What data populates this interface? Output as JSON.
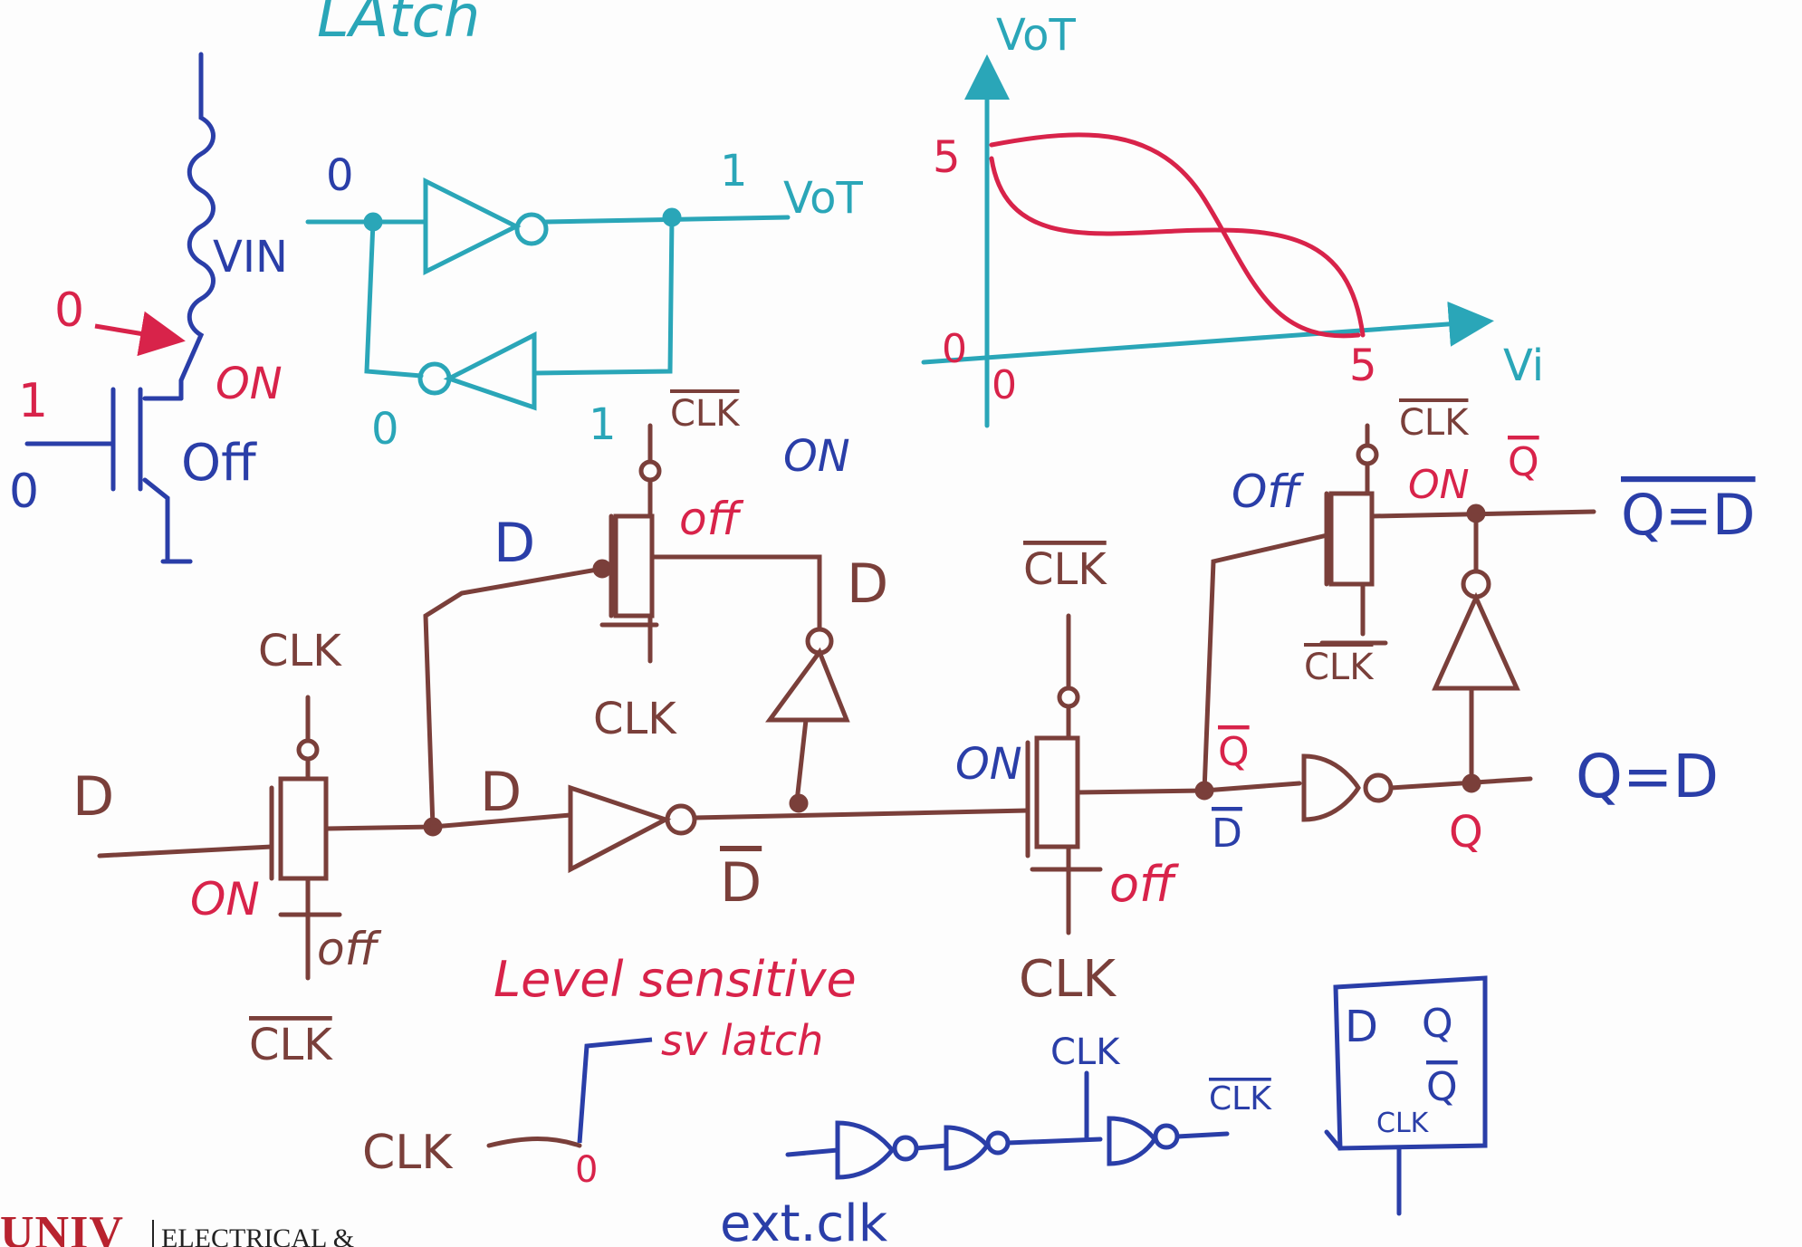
{
  "colors": {
    "cyan": "#2aa6b8",
    "blue": "#2a3ea8",
    "red": "#d8234a",
    "brown": "#7a3f3a"
  },
  "labels": {
    "title": "LAtch",
    "vout_axis": "VoT",
    "vout_latch": "VoT",
    "vin_axis": "Vi",
    "vin": "VIN",
    "latch_in_top": "0",
    "latch_out_top": "1",
    "latch_in_bottom": "0",
    "latch_out_bottom": "1",
    "graph_5_y": "5",
    "graph_0_y": "0",
    "graph_0_x": "0",
    "graph_5_x": "5",
    "red_0": "0",
    "red_on_nmos": "ON",
    "blue_1": "1",
    "blue_0": "0",
    "blue_off": "Off",
    "D_input": "D",
    "on_tg1": "ON",
    "off_tg1": "off",
    "clk_tg1_top": "CLK",
    "clk_tg1_bottom": "CLK",
    "D_node1": "D",
    "D_fb": "D",
    "clk_fb1_top": "CLK",
    "clk_fb1_bottom": "CLK",
    "off_fb1": "off",
    "on_fb1": "ON",
    "D_after_fb": "D",
    "D_inv_out": "D",
    "Dbar_out": "D",
    "level_sensitive": "Level sensitive",
    "clk_tg2_top": "CLK",
    "clk_tg2_bottom": "CLK",
    "on_tg2": "ON",
    "off_tg2": "off",
    "Qbar_node": "Q",
    "Dbar_node": "D",
    "off_fb2": "Off",
    "on_fb2": "ON",
    "Qbar_top": "Q",
    "clk_fb2_top": "CLK",
    "clk_fb2_bottom": "CLK",
    "Qbar_eq": "Q=D",
    "Q_eq": "Q=D",
    "Q_red": "Q",
    "clk_wave": "CLK",
    "sv_latch": "sv latch",
    "wave_0": "0",
    "clk_chain": "CLK",
    "clk_bar_chain": "CLK",
    "ext_clk": "ext.clk",
    "ff_D": "D",
    "ff_Q": "Q",
    "ff_Qbar": "Q",
    "ff_clk": "CLK"
  },
  "footer": {
    "logo": "UNIV",
    "dept": "ELECTRICAL &"
  }
}
